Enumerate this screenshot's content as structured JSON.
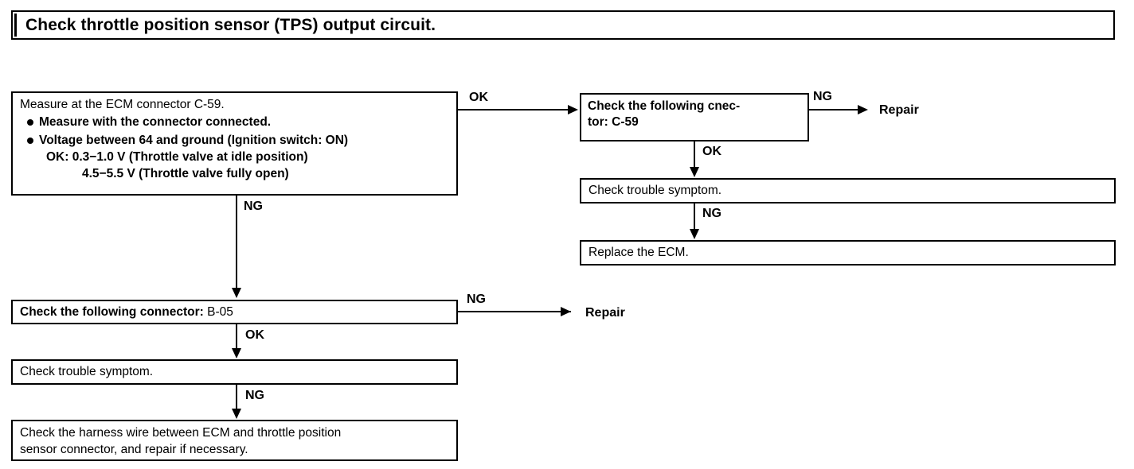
{
  "title": "Check throttle position sensor (TPS) output circuit.",
  "main_box": {
    "heading": "Measure at the ECM connector C-59.",
    "bullets": [
      "Measure with the connector connected.",
      "Voltage between 64 and ground (Ignition switch: ON)"
    ],
    "ok_label": "OK:",
    "ok_value_1": "0.3−1.0 V (Throttle valve at idle position)",
    "ok_value_2": "4.5−5.5 V (Throttle valve fully open)"
  },
  "boxes": {
    "check_connector_c59_line1": "Check the following cnec-",
    "check_connector_c59_line2": "tor: C-59",
    "right_check_symptom": "Check trouble symptom.",
    "replace_ecm": "Replace the ECM.",
    "check_connector_b05_bold": "Check the following connector:",
    "check_connector_b05_value": "B-05",
    "left_check_symptom": "Check trouble symptom.",
    "harness_line1": "Check the harness wire between ECM and throttle position",
    "harness_line2": "sensor connector, and repair if necessary."
  },
  "edges": {
    "main_to_c59": "OK",
    "c59_to_repair": "NG",
    "c59_to_symptom": "OK",
    "rsymptom_to_ecm": "NG",
    "main_to_b05": "NG",
    "b05_to_repair": "NG",
    "b05_to_symptom": "OK",
    "lsymptom_to_harness": "NG"
  },
  "terminals": {
    "repair_top": "Repair",
    "repair_bottom": "Repair"
  },
  "colors": {
    "ink": "#000000",
    "paper": "#ffffff"
  }
}
